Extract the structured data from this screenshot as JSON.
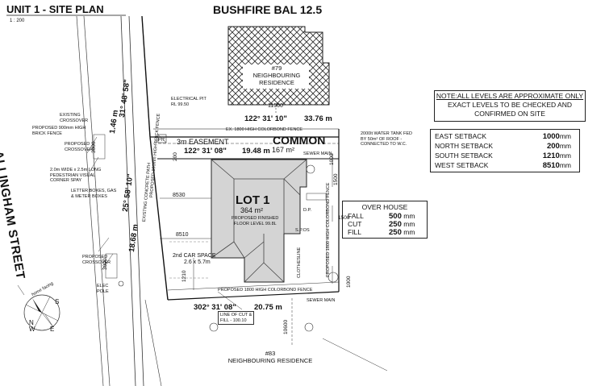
{
  "header": {
    "title": "UNIT 1 - SITE PLAN",
    "scale": "1 : 200",
    "bal": "BUSHFIRE BAL 12.5"
  },
  "street": "ALLINGHAM STREET",
  "note": {
    "line1": "NOTE:ALL LEVELS ARE APPROXIMATE ONLY",
    "line2": "EXACT LEVELS  TO BE CHECKED AND",
    "line3": "CONFIRMED ON SITE"
  },
  "setbacks": [
    {
      "label": "EAST SETBACK",
      "value": "1000",
      "unit": "mm"
    },
    {
      "label": "NORTH SETBACK",
      "value": "200",
      "unit": "mm"
    },
    {
      "label": "SOUTH SETBACK",
      "value": "1210",
      "unit": "mm"
    },
    {
      "label": "WEST SETBACK",
      "value": "8510",
      "unit": "mm"
    }
  ],
  "over_house": {
    "title": "OVER HOUSE",
    "rows": [
      {
        "label": "FALL",
        "value": "500",
        "unit": "mm"
      },
      {
        "label": "CUT",
        "value": "250",
        "unit": "mm"
      },
      {
        "label": "FILL",
        "value": "250",
        "unit": "mm"
      }
    ]
  },
  "neighbour_top": {
    "number": "#79",
    "label1": "NEIGHBOURING",
    "label2": "RESIDENCE",
    "dist": "11500"
  },
  "neighbour_bottom": {
    "number": "#83",
    "label": "NEIGHBOURING RESIDENCE"
  },
  "lot": {
    "name": "LOT 1",
    "area": "364 m²",
    "floor_note1": "PROPOSED FINISHED",
    "floor_note2": "FLOOR LEVEL 99.8L"
  },
  "common": {
    "name": "COMMON",
    "area": "167 m²"
  },
  "bearings": {
    "top_north": "122° 31' 10\"",
    "top_north_len": "33.76 m",
    "common_south": "122° 31' 08\"",
    "common_len": "19.48 m",
    "west_upper": "31° 48' 58\"",
    "west_upper_len": "1.46 m",
    "west_mid": "25° 58' 10\"",
    "west_mid_len": "18.68 m",
    "bottom": "302° 31' 08\"",
    "bottom_len": "20.75 m"
  },
  "labels": {
    "easement": "3m EASEMENT",
    "car_space1": "2nd CAR SPACE",
    "car_space2": "2.6 x 5.7m",
    "sewer_top": "SEWER MAIN",
    "sewer_bottom": "SEWER MAIN",
    "fence_top": "EX. 1800 HIGH COLORBOND FENCE",
    "fence_bottom": "PROPOSED 1800 HIGH COLORBOND FENCE",
    "water_tank1": "2000lt WATER TANK FED",
    "water_tank2": "BY 50m² OF ROOF -",
    "water_tank3": "CONNECTED TO W.C.",
    "elec_pit1": "ELECTRICAL PIT",
    "elec_pit2": "RL 99.50",
    "brick_fence1": "PROPOSED 900mm HIGH",
    "brick_fence2": "BRICK FENCE",
    "existing_crossover1": "EXISTING",
    "existing_crossover2": "CROSSOVER",
    "proposed_crossover1": "PROPOSED",
    "proposed_crossover2": "CROSSOVER",
    "proposed_crossover3": "PROPOSED",
    "proposed_crossover4": "CROSSOVER",
    "ped1": "2.0m WIDE x 2.5m LONG",
    "ped2": "PEDESTRIAN VISUAL",
    "ped3": "CORNER SPAY",
    "letter1": "LETTER BOXES, GAS",
    "letter2": "& METER BOXES",
    "elec_pole1": "ELEC",
    "elec_pole2": "POLE",
    "concrete_path": "EXISTING CONCRETE PATH",
    "line_of_cut1": "LINE OF CUT &",
    "line_of_cut2": "FILL - 100.10",
    "clothesline": "CLOTHESLINE",
    "dp": "D.P.",
    "pit": "PIT",
    "sos": "S.P.OS",
    "proposed_fence_side": "PROPOSED 1800 HIGH COLORBOND FENCE",
    "brick_fence_vert": "PROPOSED 900mm HIGH BRICK FENCE"
  },
  "dims": {
    "d3000a": "3000",
    "d3000b": "3000",
    "d200": "200",
    "d8530": "8530",
    "d8510": "8510",
    "d1210": "1210",
    "d1000a": "1000",
    "d1000b": "1000",
    "d1500a": "1500",
    "d1500b": "1500",
    "d10600": "10600"
  },
  "compass": {
    "n": "N",
    "s": "S",
    "e": "E",
    "w": "W",
    "home": "home facing"
  },
  "colors": {
    "ink": "#111111",
    "hatch": "#333333",
    "roof_fill": "#d4d4d4"
  }
}
